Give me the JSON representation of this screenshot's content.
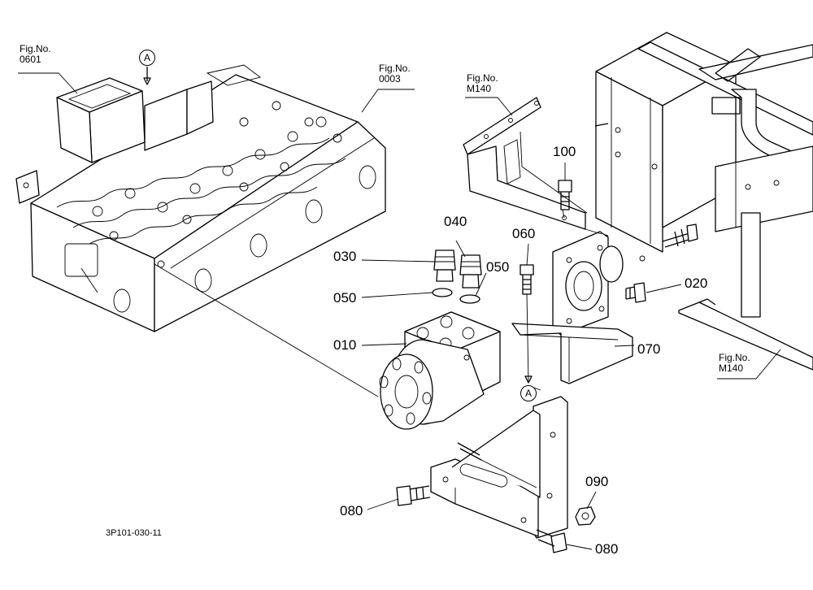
{
  "diagram": {
    "part_labels": [
      {
        "id": "p010",
        "text": "010"
      },
      {
        "id": "p020",
        "text": "020"
      },
      {
        "id": "p030",
        "text": "030"
      },
      {
        "id": "p040",
        "text": "040"
      },
      {
        "id": "p050a",
        "text": "050"
      },
      {
        "id": "p050b",
        "text": "050"
      },
      {
        "id": "p060",
        "text": "060"
      },
      {
        "id": "p070",
        "text": "070"
      },
      {
        "id": "p080a",
        "text": "080"
      },
      {
        "id": "p080b",
        "text": "080"
      },
      {
        "id": "p090",
        "text": "090"
      },
      {
        "id": "p100",
        "text": "100"
      }
    ],
    "fig_refs": [
      {
        "id": "fig0601",
        "line1": "Fig.No.",
        "line2": "0601"
      },
      {
        "id": "fig0003",
        "line1": "Fig.No.",
        "line2": "0003"
      },
      {
        "id": "figM140a",
        "line1": "Fig.No.",
        "line2": "M140"
      },
      {
        "id": "figM140b",
        "line1": "Fig.No.",
        "line2": "M140"
      }
    ],
    "connector_marks": [
      "A",
      "A"
    ],
    "drawing_code": "3P101-030-11"
  }
}
